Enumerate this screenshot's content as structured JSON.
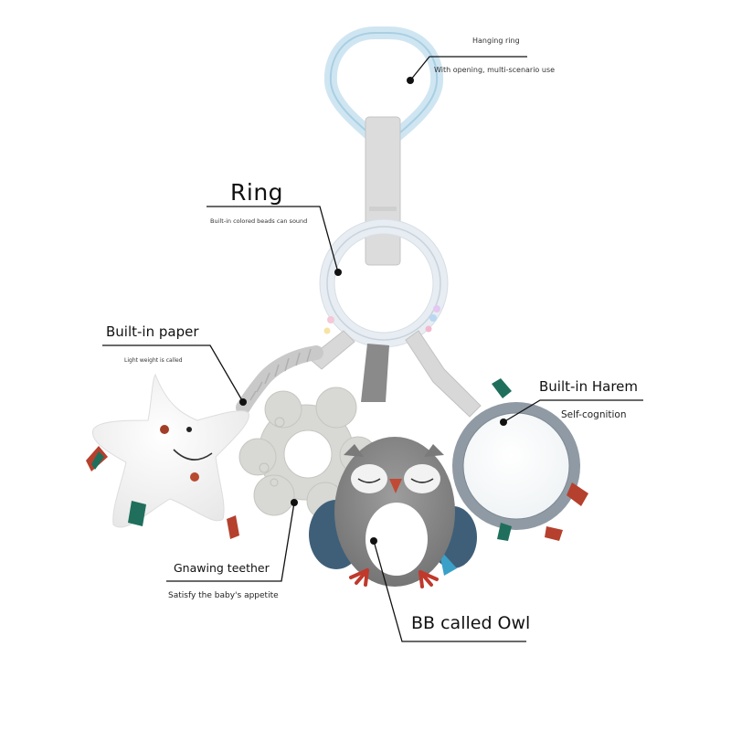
{
  "colors": {
    "background": "#ffffff",
    "leader_line": "#111111",
    "fabric_grey": "#d9d9d9",
    "owl_grey": "#8c8c8c",
    "owl_wing": "#3f5f78",
    "tag_red": "#b5402d",
    "tag_green": "#1f6f5c",
    "teether": "#d6d6d2",
    "mirror_frame": "#8f9aa4"
  },
  "callouts": {
    "hanging_ring": {
      "title": "Hanging ring",
      "subtitle": "With opening, multi-scenario use"
    },
    "ring": {
      "title": "Ring",
      "subtitle": "Built-in colored beads can sound"
    },
    "built_in_paper": {
      "title": "Built-in paper",
      "subtitle": "Light weight is called"
    },
    "built_in_harem": {
      "title": "Built-in Harem",
      "subtitle": "Self-cognition"
    },
    "gnawing_teether": {
      "title": "Gnawing teether",
      "subtitle": "Satisfy the baby's appetite"
    },
    "owl": {
      "title": "BB called Owl"
    }
  },
  "icons": {
    "product": "baby-hanging-rattle-toy",
    "star": "star-plush-icon",
    "owl": "owl-plush-icon",
    "teether": "flower-teether-icon",
    "mirror": "round-mirror-icon"
  }
}
